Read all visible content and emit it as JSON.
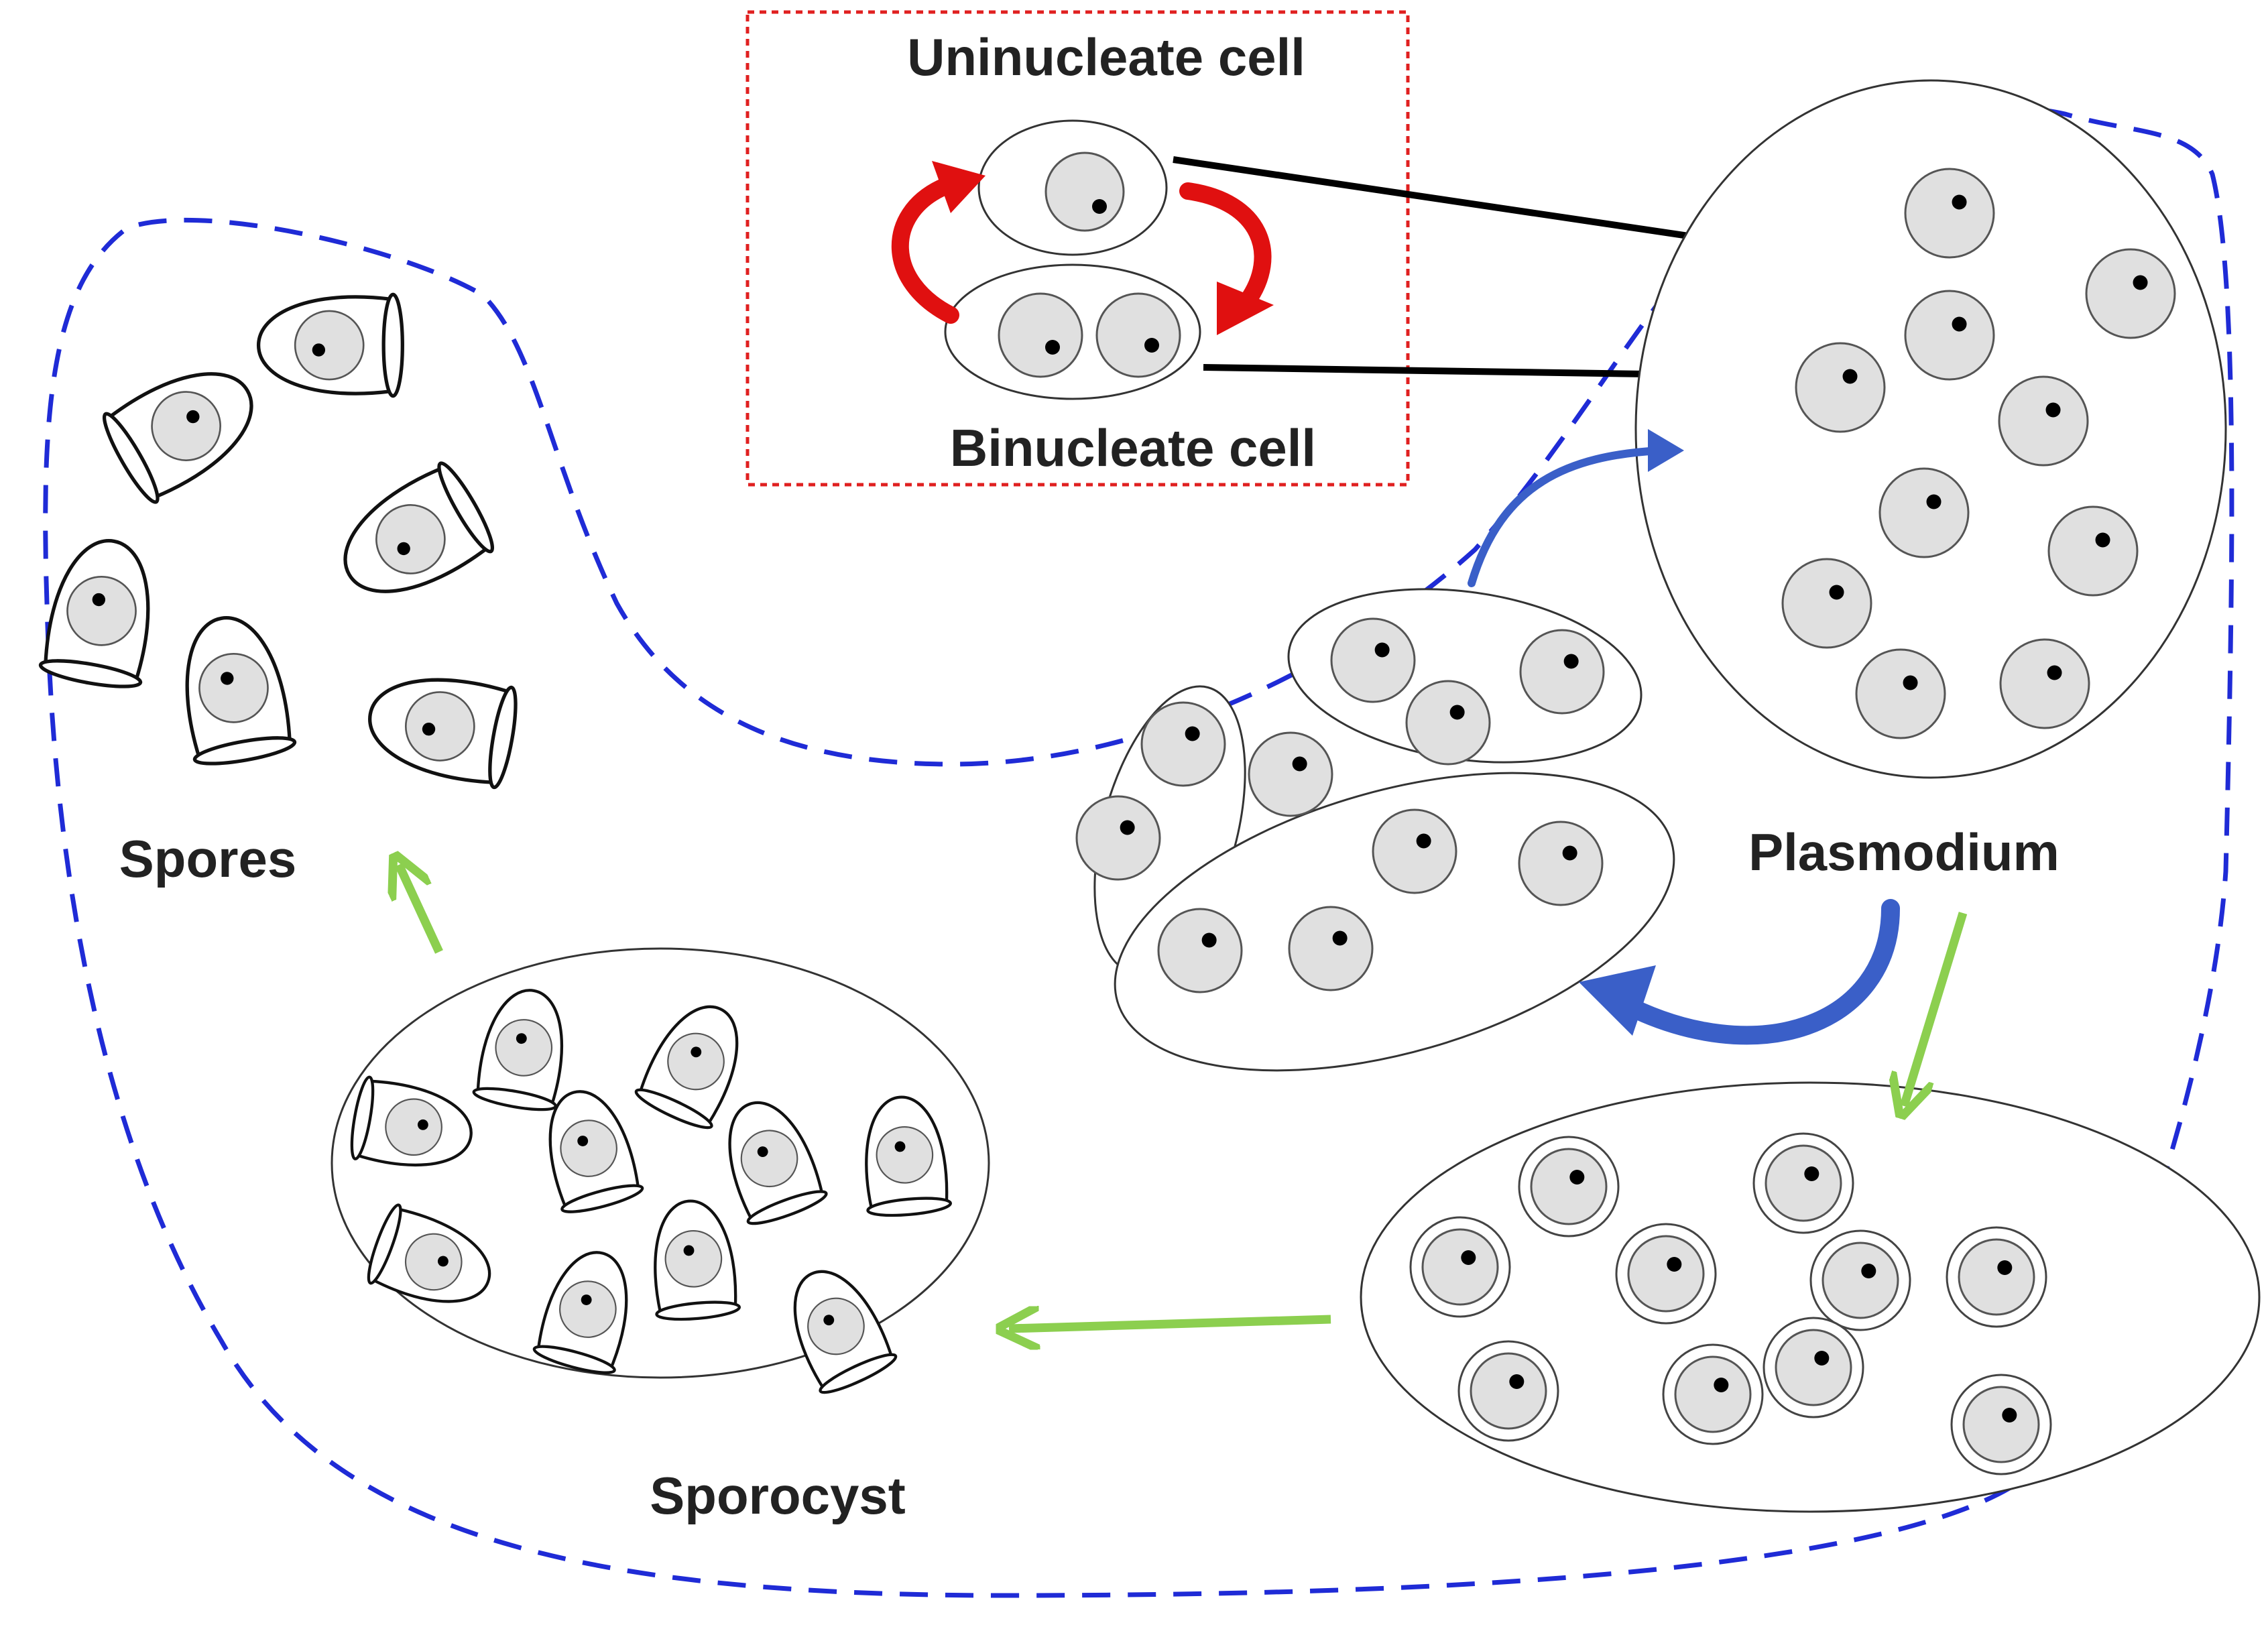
{
  "labels": {
    "uninucleate": "Uninucleate cell",
    "binucleate": "Binucleate cell",
    "plasmodium": "Plasmodium",
    "spores": "Spores",
    "sporocyst": "Sporocyst"
  },
  "colors": {
    "boundary": "#1f2bd6",
    "highlight_box": "#e02020",
    "division_arrows": "#e01010",
    "fusion_arrows": "#000000",
    "cycle_arrows": "#3a5fc8",
    "development_arrows": "#8ccf4f",
    "nucleus_fill": "#e0e0e0",
    "nucleolus": "#000000"
  }
}
